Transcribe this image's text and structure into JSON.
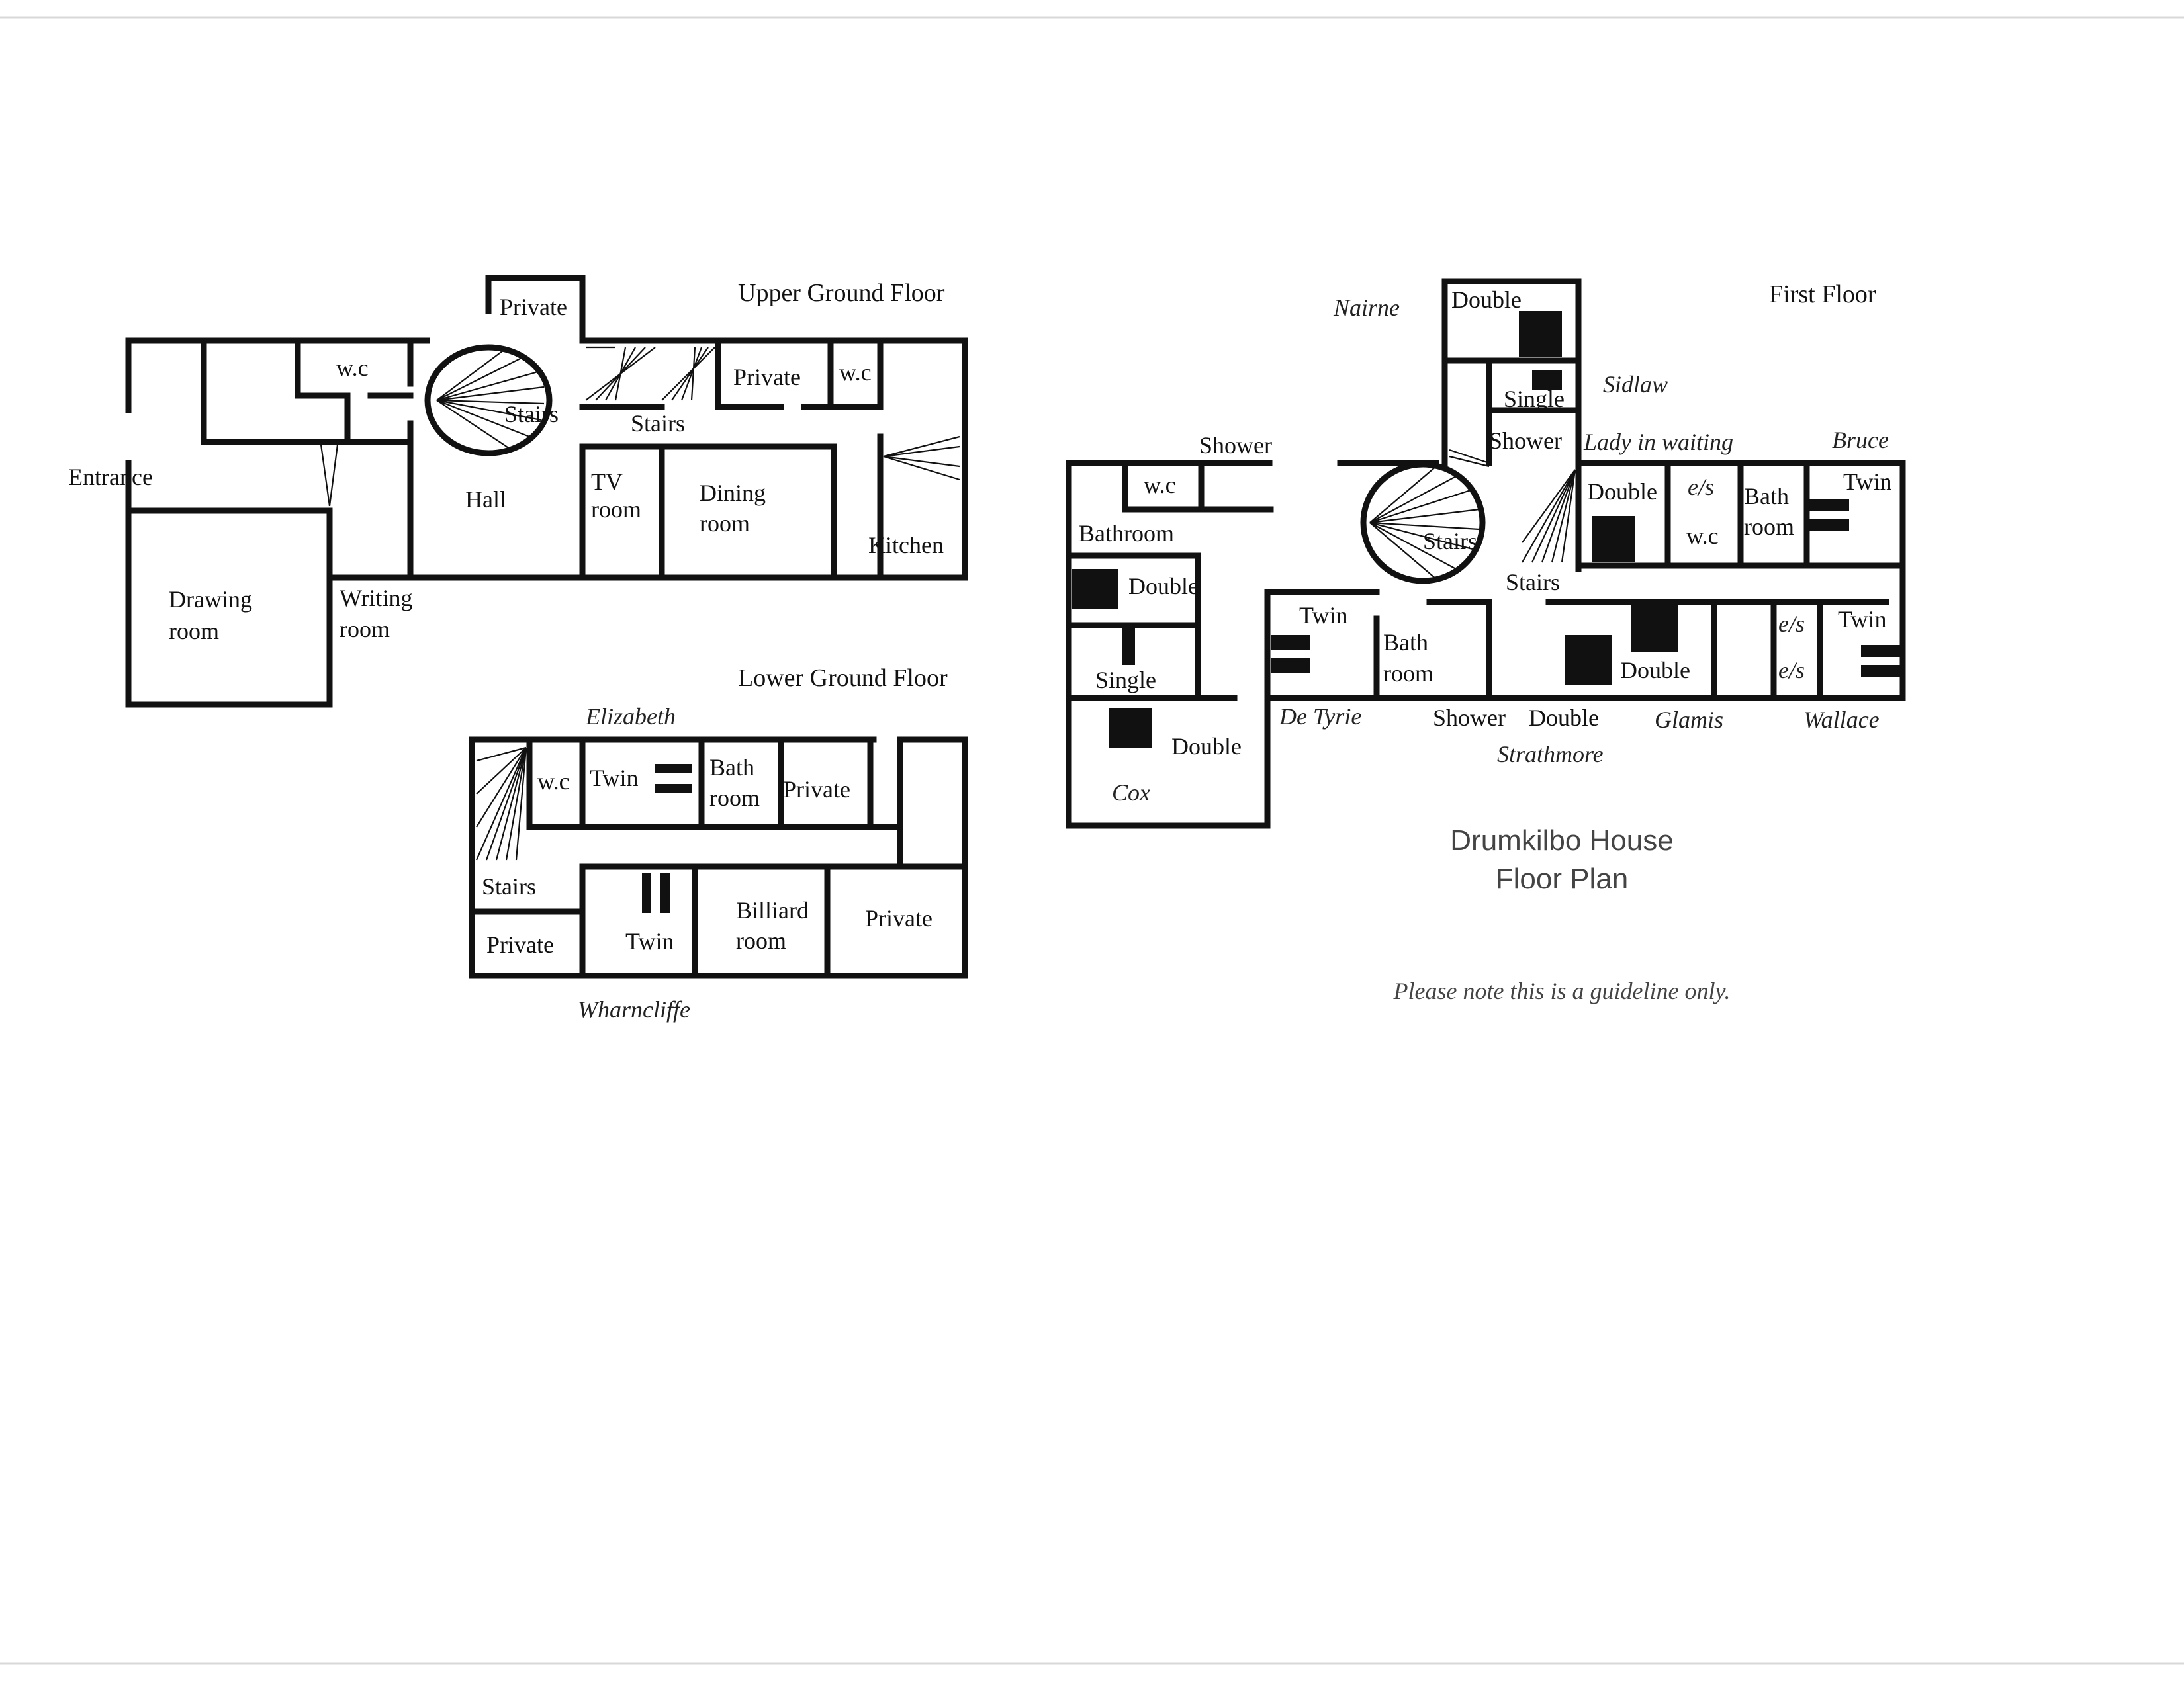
{
  "title": "Drumkilbo House",
  "subtitle": "Floor Plan",
  "note": "Please note this is a guideline only.",
  "floors": {
    "upper_ground": {
      "title": "Upper Ground Floor",
      "labels": {
        "private_top": "Private",
        "wc_1": "w.c",
        "stairs_round": "Stairs",
        "stairs_2": "Stairs",
        "private_2": "Private",
        "wc_2": "w.c",
        "entrance": "Entrance",
        "hall": "Hall",
        "tv_1": "TV",
        "tv_2": "room",
        "dining_1": "Dining",
        "dining_2": "room",
        "kitchen": "Kitchen",
        "drawing_1": "Drawing",
        "drawing_2": "room",
        "writing_1": "Writing",
        "writing_2": "room"
      }
    },
    "lower_ground": {
      "title": "Lower Ground Floor",
      "labels": {
        "elizabeth": "Elizabeth",
        "wc": "w.c",
        "twin_1": "Twin",
        "bath_1": "Bath",
        "bath_2": "room",
        "private_1": "Private",
        "stairs": "Stairs",
        "private_2": "Private",
        "twin_2": "Twin",
        "billiard_1": "Billiard",
        "billiard_2": "room",
        "private_3": "Private",
        "wharncliffe": "Wharncliffe"
      }
    },
    "first": {
      "title": "First Floor",
      "labels": {
        "nairne": "Nairne",
        "double_nairne": "Double",
        "sidlaw": "Sidlaw",
        "single_sidlaw": "Single",
        "shower_1": "Shower",
        "shower_2": "Shower",
        "lady": "Lady in waiting",
        "bruce": "Bruce",
        "wc_1": "w.c",
        "bathroom": "Bathroom",
        "stairs_1": "Stairs",
        "double_lady": "Double",
        "es_1": "e/s",
        "wc_2": "w.c",
        "bath_1": "Bath",
        "bath_2": "room",
        "twin_bruce": "Twin",
        "stairs_2": "Stairs",
        "double_left": "Double",
        "twin_detyrie": "Twin",
        "bath2_1": "Bath",
        "bath2_2": "room",
        "es_2": "e/s",
        "es_3": "e/s",
        "twin_wallace": "Twin",
        "single": "Single",
        "double_glamis": "Double",
        "de_tyrie": "De Tyrie",
        "shower_3": "Shower",
        "double_strath": "Double",
        "glamis": "Glamis",
        "wallace": "Wallace",
        "double_cox": "Double",
        "strathmore": "Strathmore",
        "cox": "Cox"
      }
    }
  }
}
